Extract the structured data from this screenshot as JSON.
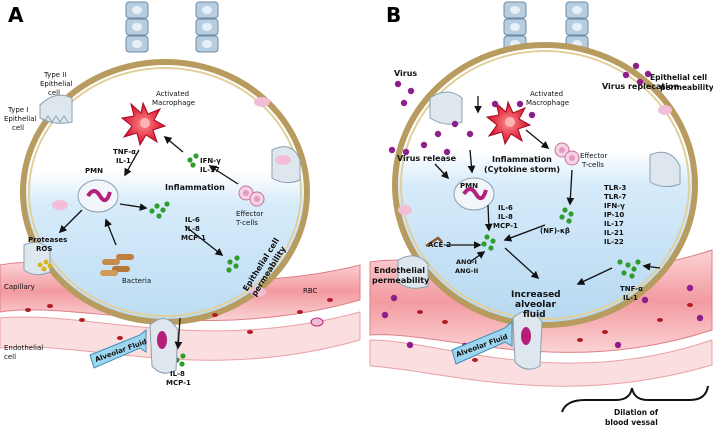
{
  "panels": {
    "a": {
      "letter": "A",
      "labels": {
        "type2": [
          "Type II",
          "Epithelial",
          "cell"
        ],
        "type1": [
          "Type I",
          "Epithelial",
          "cell"
        ],
        "macrophage": [
          "Activated",
          "Macrophage"
        ],
        "tnf": [
          "TNF-α",
          "IL-1"
        ],
        "ifn": [
          "IFN-γ",
          "IL-17"
        ],
        "pmn": "PMN",
        "inflammation": "Inflammation",
        "il": [
          "IL-6",
          "IL-8",
          "MCP-1"
        ],
        "effector": [
          "Effector",
          "T-cells"
        ],
        "proteases": [
          "Proteases",
          "ROS"
        ],
        "bacteria": "Bacteria",
        "permeability": [
          "Epithelial cell",
          "permeability"
        ],
        "capillary": "Capillary",
        "rbc": "RBC",
        "endothelial": [
          "Endothelial",
          "cell"
        ],
        "alveolar_fluid": "Alveolar Fluid",
        "il8": [
          "IL-8",
          "MCP-1"
        ]
      }
    },
    "b": {
      "letter": "B",
      "labels": {
        "virus": "Virus",
        "virus_replication": "Virus replecation",
        "epithelial_permeability": [
          "Epithelial cell",
          "permeability"
        ],
        "macrophage": [
          "Activated",
          "Macrophage"
        ],
        "virus_release": "Virus release",
        "inflammation": [
          "Inflammation",
          "(Cytokine storm)"
        ],
        "effector": [
          "Effector",
          "T-cells"
        ],
        "pmn": "PMN",
        "il": [
          "IL-6",
          "IL-8",
          "MCP-1"
        ],
        "nfkb": "(NF)-κβ",
        "tlr": [
          "TLR-3",
          "TLR-7",
          "IFN-γ",
          "IP-10",
          "IL-17",
          "IL-21",
          "IL-22"
        ],
        "ace2": "ACE-2",
        "ang": [
          "ANG-I",
          "ANG-II"
        ],
        "endothelial_permeability": [
          "Endothelial",
          "permeability"
        ],
        "increased_fluid": [
          "Increased",
          "alveolar",
          "fluid"
        ],
        "tnf": [
          "TNF-α",
          "IL-1"
        ],
        "alveolar_fluid": "Alveolar Fluid",
        "dilation": [
          "Dilation of",
          "blood vessal"
        ]
      }
    }
  },
  "colors": {
    "alveolus_wall": "#c9b27a",
    "fluid": "#cfe6f7",
    "capillary": "#f4a6aa",
    "cytokine": "#2e9d2e",
    "virus": "#8e1f8a",
    "macrophage": "#e0203a",
    "epithelial": "#b7cde0"
  }
}
